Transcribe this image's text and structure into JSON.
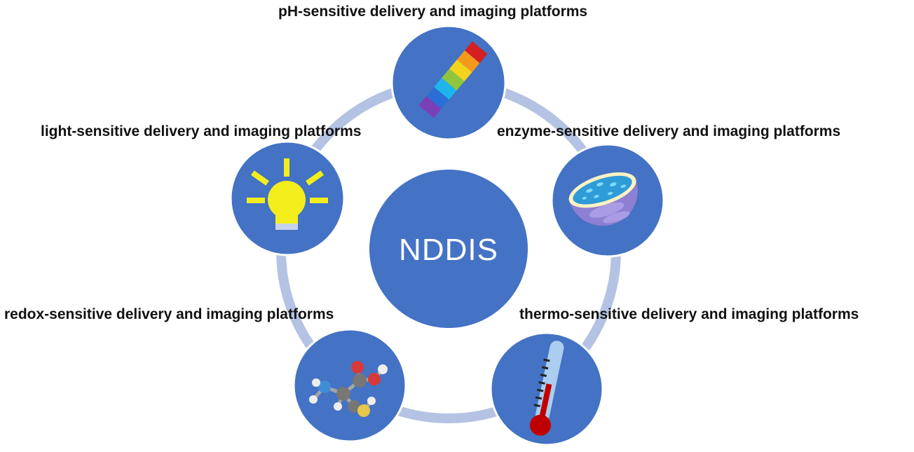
{
  "center": {
    "label": "NDDIS"
  },
  "platforms": {
    "ph": {
      "label": "pH-sensitive delivery and imaging platforms",
      "icon": "ph-strip-icon"
    },
    "light": {
      "label": "light-sensitive delivery and imaging platforms",
      "icon": "light-bulb-icon"
    },
    "enzyme": {
      "label": "enzyme-sensitive delivery and imaging platforms",
      "icon": "cell-bowl-icon"
    },
    "redox": {
      "label": "redox-sensitive delivery and imaging platforms",
      "icon": "molecule-icon"
    },
    "thermo": {
      "label": "thermo-sensitive delivery and imaging platforms",
      "icon": "thermometer-icon"
    }
  },
  "colors": {
    "node": "#4472c4",
    "ring": "#b4c3e3",
    "node_border": "#ffffff"
  }
}
